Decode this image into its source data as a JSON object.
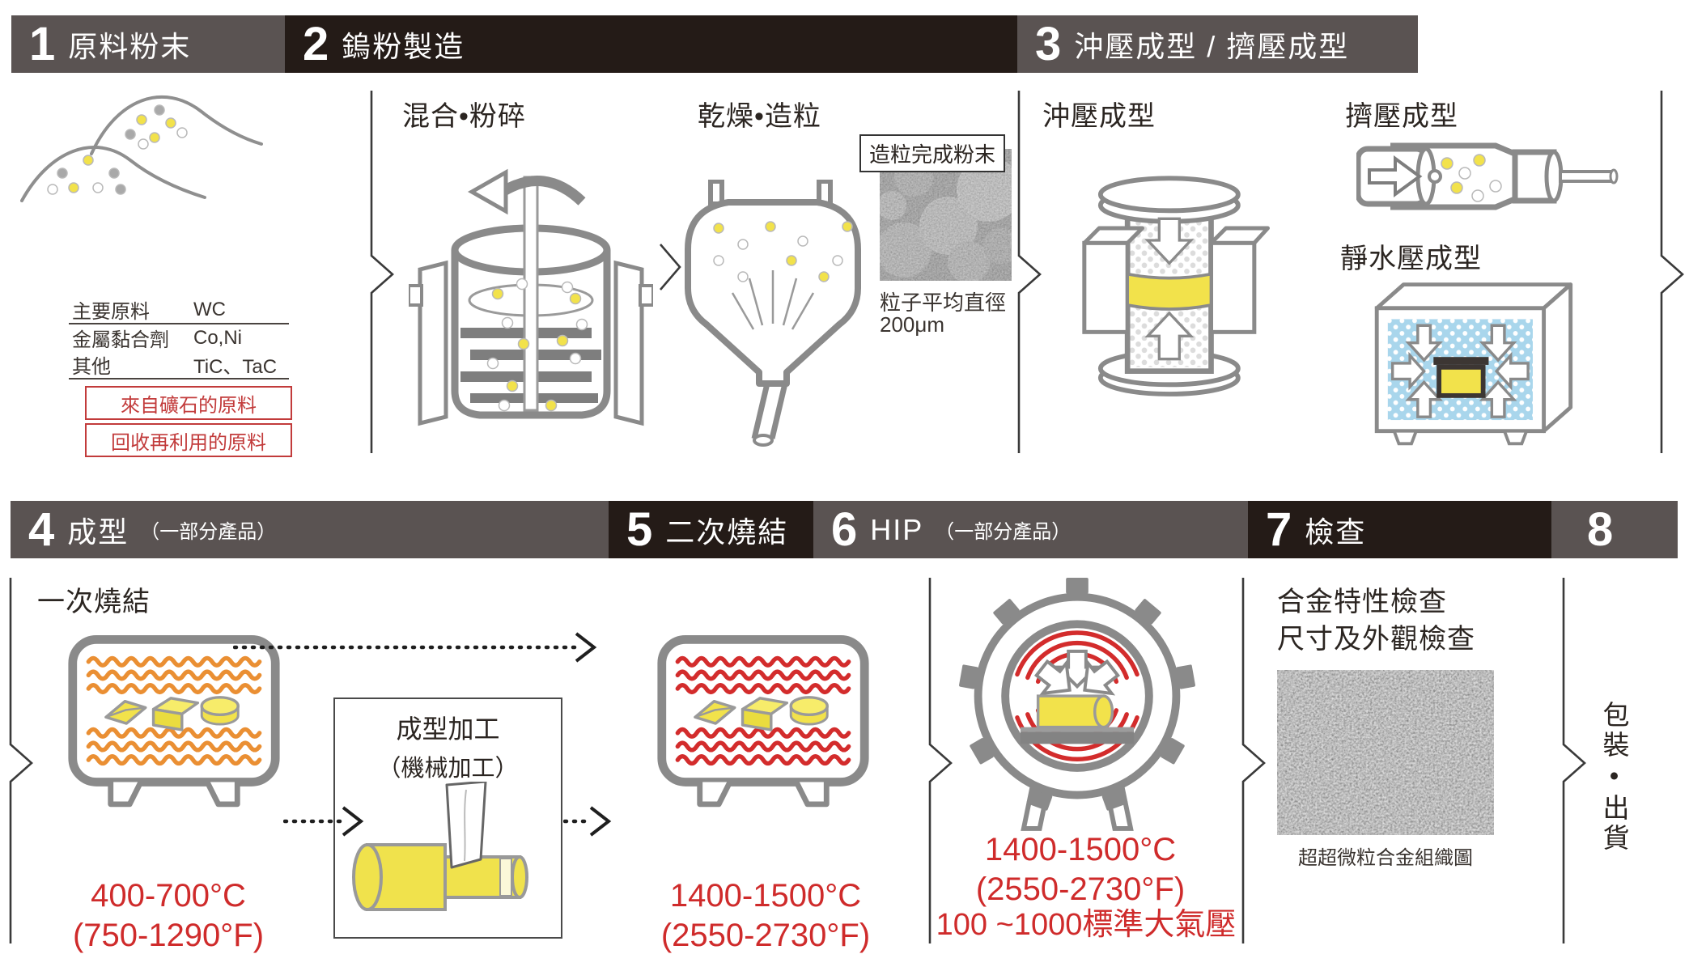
{
  "headers": [
    {
      "num": "1",
      "label": "原料粉末",
      "note": ""
    },
    {
      "num": "2",
      "label": "鎢粉製造",
      "note": ""
    },
    {
      "num": "3",
      "label": "沖壓成型 / 擠壓成型",
      "note": ""
    },
    {
      "num": "4",
      "label": "成型",
      "note": "（一部分產品）"
    },
    {
      "num": "5",
      "label": "二次燒結",
      "note": ""
    },
    {
      "num": "6",
      "label": "HIP",
      "note": "（一部分產品）"
    },
    {
      "num": "7",
      "label": "檢查",
      "note": ""
    },
    {
      "num": "8",
      "label": "",
      "note": ""
    }
  ],
  "raw_materials": {
    "rows": [
      {
        "label": "主要原料",
        "value": "WC"
      },
      {
        "label": "金屬黏合劑",
        "value": "Co,Ni"
      },
      {
        "label": "其他",
        "value": "TiC、TaC"
      }
    ],
    "tag_ore": "來自礦石的原料",
    "tag_recycled": "回收再利用的原料"
  },
  "tungsten": {
    "mixing_label": "混合•粉碎",
    "drying_label": "乾燥•造粒",
    "photo_tag": "造粒完成粉末",
    "particle_line1": "粒子平均直徑",
    "particle_line2": "200μm"
  },
  "pressing": {
    "press_label": "沖壓成型",
    "extrusion_label": "擠壓成型",
    "isostatic_label": "靜水壓成型"
  },
  "sintering1": {
    "label": "一次燒結",
    "temp_c": "400-700°C",
    "temp_f": "(750-1290°F)",
    "machining_title": "成型加工",
    "machining_subtitle": "（機械加工）"
  },
  "sintering2": {
    "temp_c": "1400-1500°C",
    "temp_f": "(2550-2730°F)"
  },
  "hip": {
    "temp_c": "1400-1500°C",
    "temp_f": "(2550-2730°F)",
    "pressure": "100 ~1000標準大氣壓"
  },
  "inspection": {
    "line1": "合金特性檢查",
    "line2": "尺寸及外觀檢查",
    "caption": "超超微粒合金組織圖"
  },
  "shipping": {
    "label": "包裝•出貨"
  },
  "colors": {
    "bar_gray": "#5a5352",
    "bar_black": "#241b17",
    "accent_red": "#cf2b2b",
    "tag_red": "#c23b3b",
    "yellow": "#f2e24b",
    "stroke_gray": "#8a8a8a",
    "wave_orange": "#ea8f33",
    "wave_red": "#d32c2c",
    "water_blue": "#a9d6ec"
  }
}
